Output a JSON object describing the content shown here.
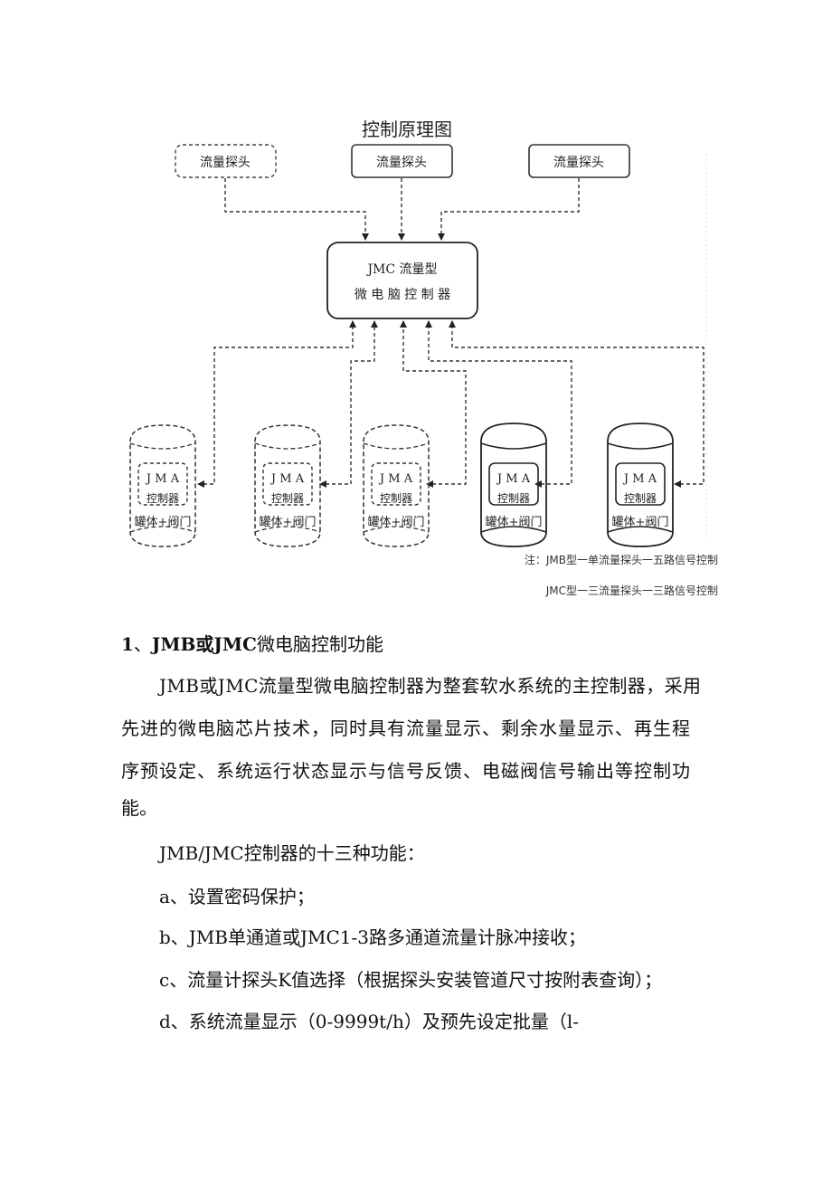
{
  "diagram": {
    "title": "控制原理图",
    "probe_label": "流量探头",
    "controller_line1": "JMC 流量型",
    "controller_line2": "微 电 脑 控 制 器",
    "tanks": [
      {
        "top": "J M A",
        "mid": "控制器",
        "bottom": "罐体+阀门"
      },
      {
        "top": "J M A",
        "mid": "控制器",
        "bottom": "罐体+阀门"
      },
      {
        "top": "J M A",
        "mid": "控制器",
        "bottom": "罐体+阀门"
      },
      {
        "top": "J M A",
        "mid": "控制器",
        "bottom": "罐体+阀门"
      },
      {
        "top": "J M A",
        "mid": "控制器",
        "bottom": "罐体+阀门"
      }
    ],
    "note1": "注：JMB型一单流量探头一五路信号控制",
    "note2": "JMC型一三流量探头一三路信号控制"
  },
  "section": {
    "heading_num": "1",
    "heading_sep": "、",
    "heading_bold": "JMB或JMC",
    "heading_rest": "微电脑控制功能",
    "para1_line1": "JMB或JMC流量型微电脑控制器为整套软水系统的主控制器，采用",
    "para1_line2": "先进的微电脑芯片技术，同时具有流量显示、剩余水量显示、再生程",
    "para1_line3": "序预设定、系统运行状态显示与信号反馈、电磁阀信号输出等控制功",
    "para1_line4": "能。",
    "list_intro": "JMB/JMC控制器的十三种功能：",
    "items": [
      "a、设置密码保护；",
      "b、JMB单通道或JMC1-3路多通道流量计脉冲接收；",
      "c、流量计探头K值选择（根据探头安装管道尺寸按附表查询）；",
      "d、系统流量显示（0-9999t/h）及预先设定批量（l-"
    ]
  }
}
